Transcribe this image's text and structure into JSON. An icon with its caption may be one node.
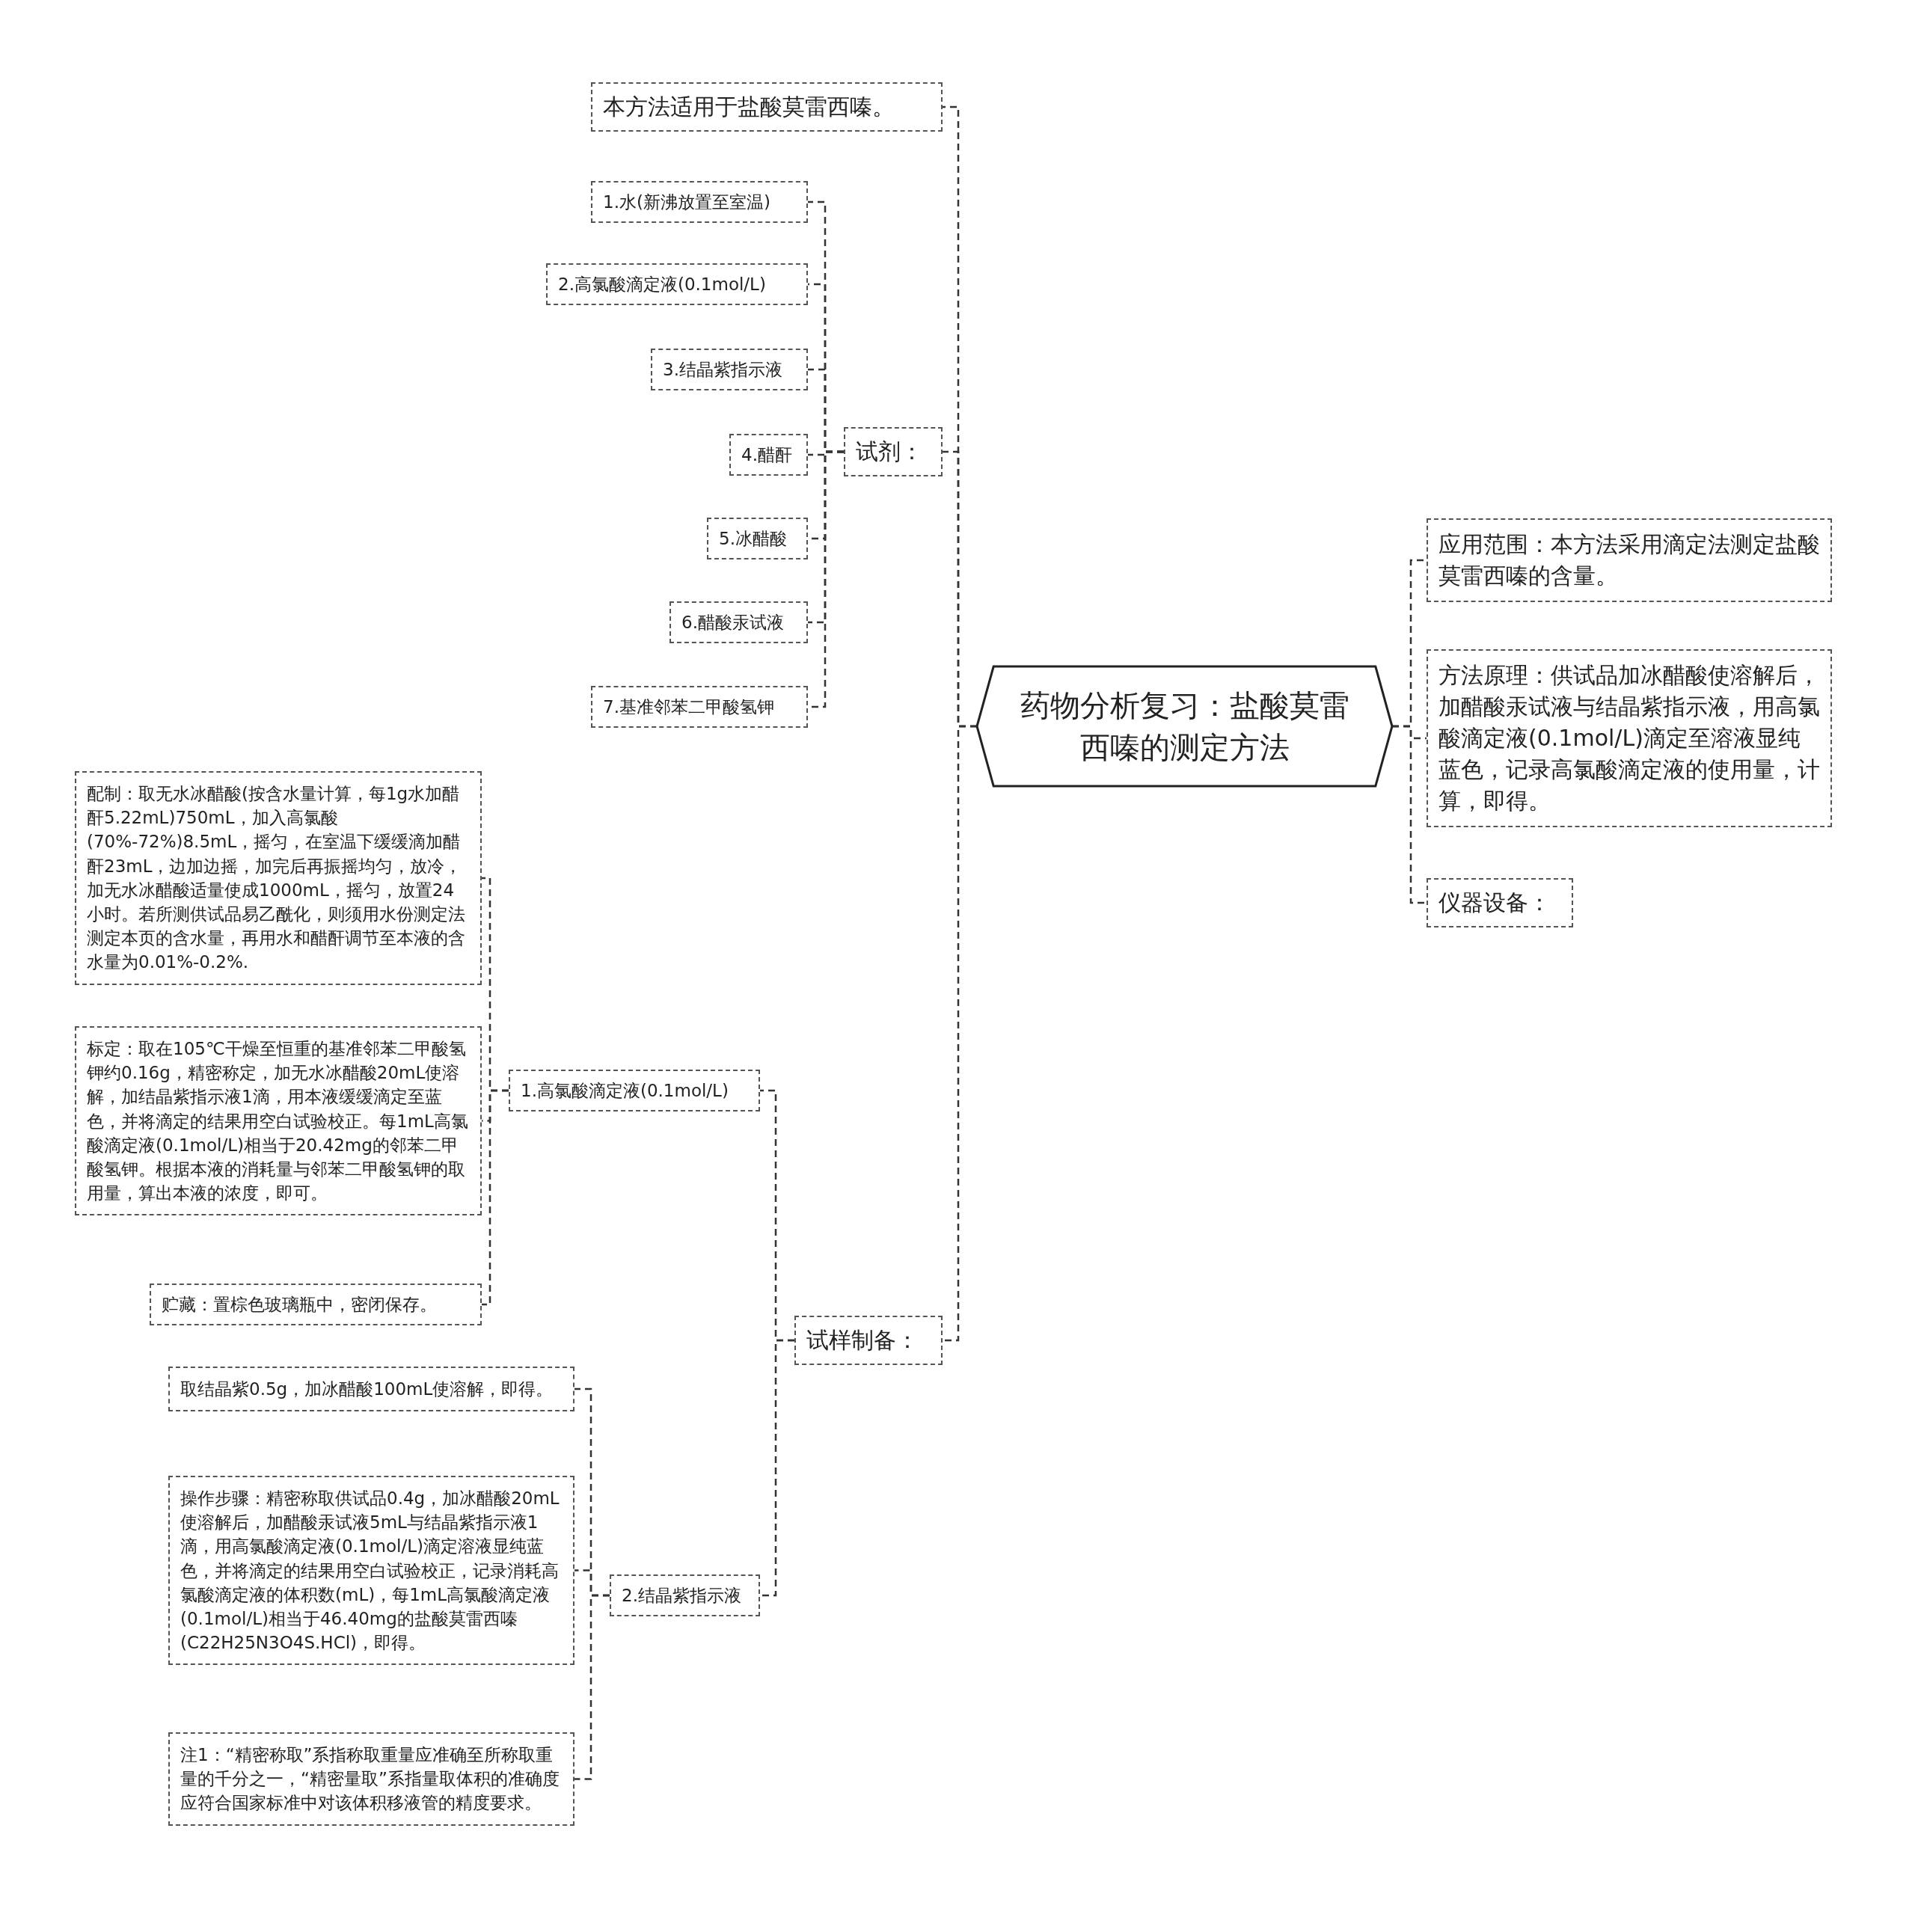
{
  "diagram": {
    "nodes": [
      {
        "text": [
          "药物分析复习：盐酸莫雷西嗪的测定方法"
        ]
      },
      {
        "text": [
          "本方法适用于盐酸莫雷西嗪。"
        ]
      },
      {
        "text": [
          "试剂："
        ]
      },
      {
        "text": [
          "1.水(新沸放置至室温)"
        ]
      },
      {
        "text": [
          "2.高氯酸滴定液(0.1mol/L)"
        ]
      },
      {
        "text": [
          "3.结晶紫指示液"
        ]
      },
      {
        "text": [
          "4.醋酐"
        ]
      },
      {
        "text": [
          "5.冰醋酸"
        ]
      },
      {
        "text": [
          "6.醋酸汞试液"
        ]
      },
      {
        "text": [
          "7.基准邻苯二甲酸氢钾"
        ]
      },
      {
        "text": [
          "试样制备："
        ]
      },
      {
        "text": [
          "1.高氯酸滴定液(0.1mol/L)"
        ]
      },
      {
        "text": [
          "配制：取无水冰醋酸(按含水量计算，每1g水加醋酐5.22mL)750mL，加入高氯酸(70%-72%)8.5mL，摇匀，在室温下缓缓滴加醋酐23mL，边加边摇，加完后再振摇均匀，放冷，加无水冰醋酸适量使成1000mL，摇匀，放置24小时。若所测供试品易乙酰化，则须用水份测定法测定本页的含水量，再用水和醋酐调节至本液的含水量为0.01%-0.2%."
        ]
      },
      {
        "text": [
          "标定：取在105℃干燥至恒重的基准邻苯二甲酸氢钾约0.16g，精密称定，加无水冰醋酸20mL使溶解，加结晶紫指示液1滴，用本液缓缓滴定至蓝色，并将滴定的结果用空白试验校正。每1mL高氯酸滴定液(0.1mol/L)相当于20.42mg的邻苯二甲酸氢钾。根据本液的消耗量与邻苯二甲酸氢钾的取用量，算出本液的浓度，即可。"
        ]
      },
      {
        "text": [
          "贮藏：置棕色玻璃瓶中，密闭保存。"
        ]
      },
      {
        "text": [
          "2.结晶紫指示液"
        ]
      },
      {
        "text": [
          "取结晶紫0.5g，加冰醋酸100mL使溶解，即得。"
        ]
      },
      {
        "text": [
          "操作步骤：精密称取供试品0.4g，加冰醋酸20mL使溶解后，加醋酸汞试液5mL与结晶紫指示液1滴，用高氯酸滴定液(0.1mol/L)滴定溶液显纯蓝色，并将滴定的结果用空白试验校正，记录消耗高氯酸滴定液的体积数(mL)，每1mL高氯酸滴定液(0.1mol/L)相当于46.40mg的盐酸莫雷西嗪(C22H25N3O4S.HCl)，即得。"
        ]
      },
      {
        "text": [
          "注1：“精密称取”系指称取重量应准确至所称取重量的千分之一，“精密量取”系指量取体积的准确度应符合国家标准中对该体积移液管的精度要求。"
        ]
      },
      {
        "text": [
          "应用范围：本方法采用滴定法测定盐酸莫雷西嗪的含量。"
        ]
      },
      {
        "text": [
          "方法原理：供试品加冰醋酸使溶解后，加醋酸汞试液与结晶紫指示液，用高氯酸滴定液(0.1mol/L)滴定至溶液显纯蓝色，记录高氯酸滴定液的使用量，计算，即得。"
        ]
      },
      {
        "text": [
          "仪器设备："
        ]
      }
    ],
    "edges": [
      {
        "from": 0,
        "to": 1,
        "arrow": "none",
        "style": "dashed"
      },
      {
        "from": 0,
        "to": 2,
        "arrow": "none",
        "style": "dashed"
      },
      {
        "from": 2,
        "to": 3,
        "arrow": "none",
        "style": "dashed"
      },
      {
        "from": 2,
        "to": 4,
        "arrow": "none",
        "style": "dashed"
      },
      {
        "from": 2,
        "to": 5,
        "arrow": "none",
        "style": "dashed"
      },
      {
        "from": 2,
        "to": 6,
        "arrow": "none",
        "style": "dashed"
      },
      {
        "from": 2,
        "to": 7,
        "arrow": "none",
        "style": "dashed"
      },
      {
        "from": 2,
        "to": 8,
        "arrow": "none",
        "style": "dashed"
      },
      {
        "from": 2,
        "to": 9,
        "arrow": "none",
        "style": "dashed"
      },
      {
        "from": 0,
        "to": 10,
        "arrow": "none",
        "style": "dashed"
      },
      {
        "from": 10,
        "to": 11,
        "arrow": "none",
        "style": "dashed"
      },
      {
        "from": 11,
        "to": 12,
        "arrow": "none",
        "style": "dashed"
      },
      {
        "from": 11,
        "to": 13,
        "arrow": "none",
        "style": "dashed"
      },
      {
        "from": 11,
        "to": 14,
        "arrow": "none",
        "style": "dashed"
      },
      {
        "from": 10,
        "to": 15,
        "arrow": "none",
        "style": "dashed"
      },
      {
        "from": 15,
        "to": 16,
        "arrow": "none",
        "style": "dashed"
      },
      {
        "from": 15,
        "to": 17,
        "arrow": "none",
        "style": "dashed"
      },
      {
        "from": 15,
        "to": 18,
        "arrow": "none",
        "style": "dashed"
      },
      {
        "from": 0,
        "to": 19,
        "arrow": "none",
        "style": "dashed"
      },
      {
        "from": 0,
        "to": 20,
        "arrow": "none",
        "style": "dashed"
      },
      {
        "from": 0,
        "to": 21,
        "arrow": "none",
        "style": "dashed"
      }
    ]
  }
}
